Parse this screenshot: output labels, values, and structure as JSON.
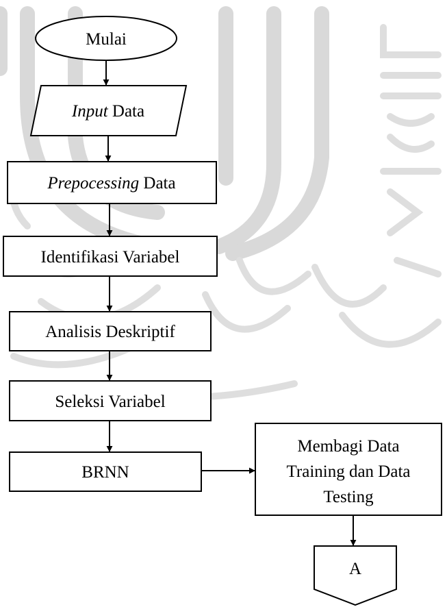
{
  "diagram": {
    "nodes": {
      "start": "Mulai",
      "input_em": "Input",
      "input_rest": " Data",
      "prep_em": "Prepocessing",
      "prep_rest": " Data",
      "identify": "Identifikasi Variabel",
      "descriptive": "Analisis Deskriptif",
      "selection": "Seleksi Variabel",
      "brnn": "BRNN",
      "split_line1": "Membagi Data",
      "split_line2": "Training dan Data",
      "split_line3": "Testing",
      "connector": "A"
    },
    "edges": [
      {
        "from": "Mulai",
        "to": "Input Data"
      },
      {
        "from": "Input Data",
        "to": "Prepocessing Data"
      },
      {
        "from": "Prepocessing Data",
        "to": "Identifikasi Variabel"
      },
      {
        "from": "Identifikasi Variabel",
        "to": "Analisis Deskriptif"
      },
      {
        "from": "Analisis Deskriptif",
        "to": "Seleksi Variabel"
      },
      {
        "from": "Seleksi Variabel",
        "to": "BRNN"
      },
      {
        "from": "BRNN",
        "to": "Membagi Data Training dan Data Testing"
      },
      {
        "from": "Membagi Data Training dan Data Testing",
        "to": "A"
      }
    ]
  },
  "colors": {
    "stroke": "#000000",
    "watermark": "#d9d9d9"
  }
}
